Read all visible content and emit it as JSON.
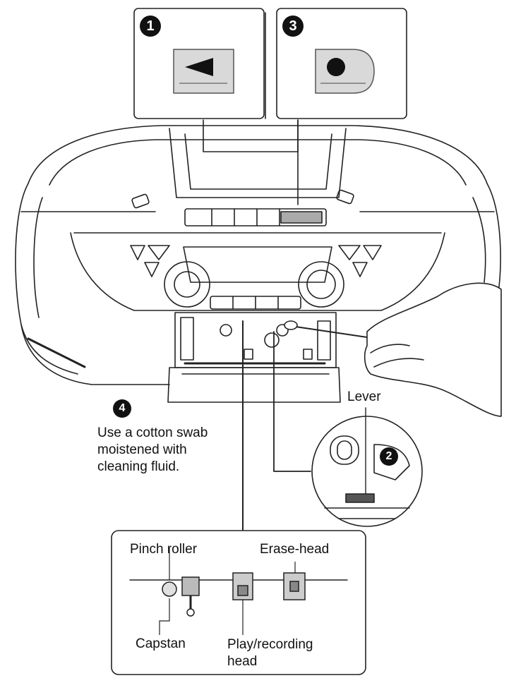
{
  "steps": {
    "step1_number": "1",
    "step2_number": "2",
    "step3_number": "3",
    "step4_number": "4"
  },
  "labels": {
    "lever": "Lever",
    "instruction_line1": "Use a cotton swab",
    "instruction_line2": "moistened with",
    "instruction_line3": "cleaning fluid.",
    "pinch_roller": "Pinch roller",
    "erase_head": "Erase-head",
    "capstan": "Capstan",
    "play_recording_head_line1": "Play/recording",
    "play_recording_head_line2": "head"
  },
  "icons": {
    "step1_button": "stop-eject-triangle-icon",
    "step3_button": "record-dot-icon"
  }
}
